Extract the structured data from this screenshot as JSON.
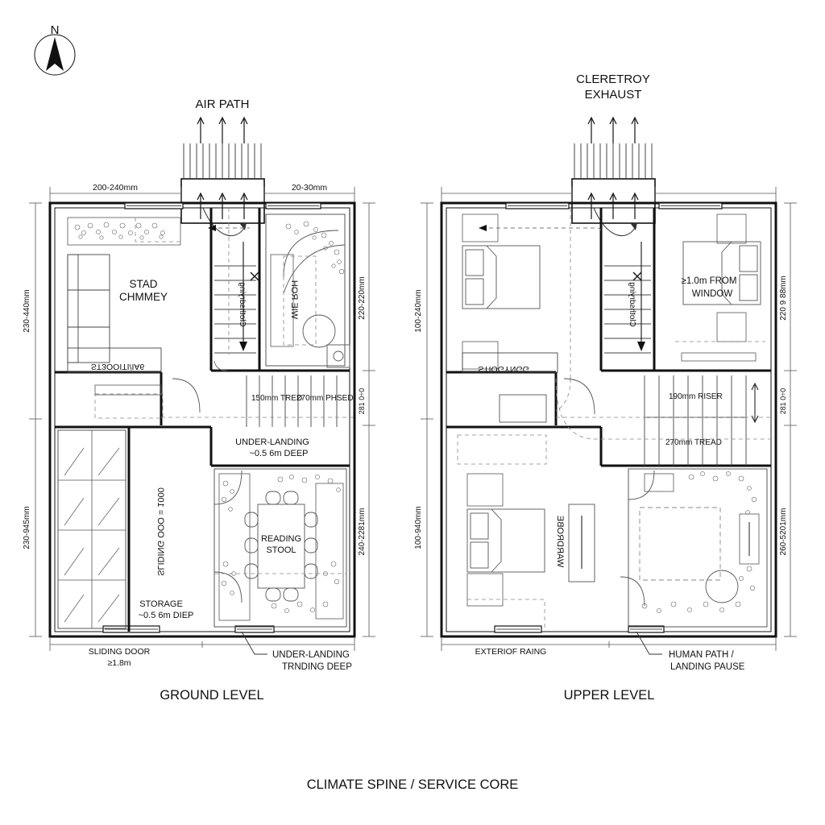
{
  "sheet": {
    "caption": "CLIMATE SPINE / SERVICE CORE",
    "north_label": "N",
    "line_color": "#111111",
    "thin_color": "#555555",
    "dash_color": "#777777"
  },
  "annotations": {
    "air_path": "AIR PATH",
    "clerestory_exhaust_l1": "CLERETROY",
    "clerestory_exhaust_l2": "EXHAUST"
  },
  "ground": {
    "title": "GROUND LEVEL",
    "dims": {
      "top_left": "200-240mm",
      "top_right": "20-30mm",
      "left_upper": "230-440mm",
      "left_lower": "230-945mm",
      "right_upper": "220-220mm",
      "right_mid": "281 0÷0",
      "right_lower": "240-2281mm"
    },
    "labels": {
      "living_l1": "STAD",
      "living_l2": "CHMMEY",
      "ceiling_strip": "ST3OOITI/IA6",
      "stair_rot": "Clothsdrying",
      "kitchen_rot": "WIE ROH",
      "tread": "150mm TRED",
      "riser": "270mm PHSED",
      "under_landing_l1": "UNDER-LANDING",
      "under_landing_l2": "~0.5 6m DEEP",
      "glazing_rot_l1": "1000",
      "glazing_rot_l2": "SLIDING OOO = 1000",
      "storage_l1": "STORAGE",
      "storage_l2": "~0.5 6m DIEP",
      "table_l1": "READING",
      "table_l2": "STOOL"
    },
    "leaders": {
      "sliding_door_l1": "SLIDING DOOR",
      "sliding_door_l2": "≥1.8m",
      "under_landing_l1": "UNDER-LANDING",
      "under_landing_l2": "TRNDING DEEP"
    }
  },
  "upper": {
    "title": "UPPER LEVEL",
    "dims": {
      "left_upper": "100-240mm",
      "left_lower": "100-940mm",
      "right_upper": "220 9 88mm",
      "right_mid": "281 0÷0",
      "right_lower": "260-5201mm"
    },
    "labels": {
      "bed_clearance_l1": "≥1.0m FROM",
      "bed_clearance_l2": "WINDOW",
      "storage_strip": "STIOGYNGG",
      "stair_rot": "Clothsdrying",
      "riser": "190mm RISER",
      "tread": "270mm TREAD",
      "wardrobe_rot": "WARDROBE"
    },
    "leaders": {
      "exterior_railing": "EXTERIOF RAING",
      "human_path_l1": "HUMAN PATH /",
      "human_path_l2": "LANDING PAUSE"
    }
  }
}
